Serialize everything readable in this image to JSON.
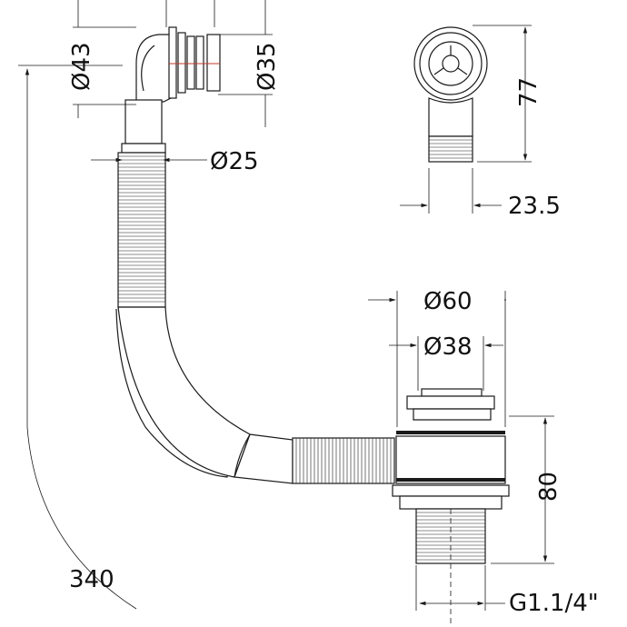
{
  "dimensions": {
    "overflow_body_diameter": "Ø43",
    "overflow_face_diameter": "Ø35",
    "overflow_pipe_diameter": "Ø25",
    "overflow_height": "77",
    "overflow_outlet_width": "23.5",
    "waste_flange_diameter": "Ø60",
    "waste_plug_diameter": "Ø38",
    "waste_height": "80",
    "waste_thread": "G1.1/4\"",
    "hose_length": "340"
  },
  "colors": {
    "line": "#1a1a1a",
    "accent": "#c0392b",
    "background": "#ffffff"
  }
}
